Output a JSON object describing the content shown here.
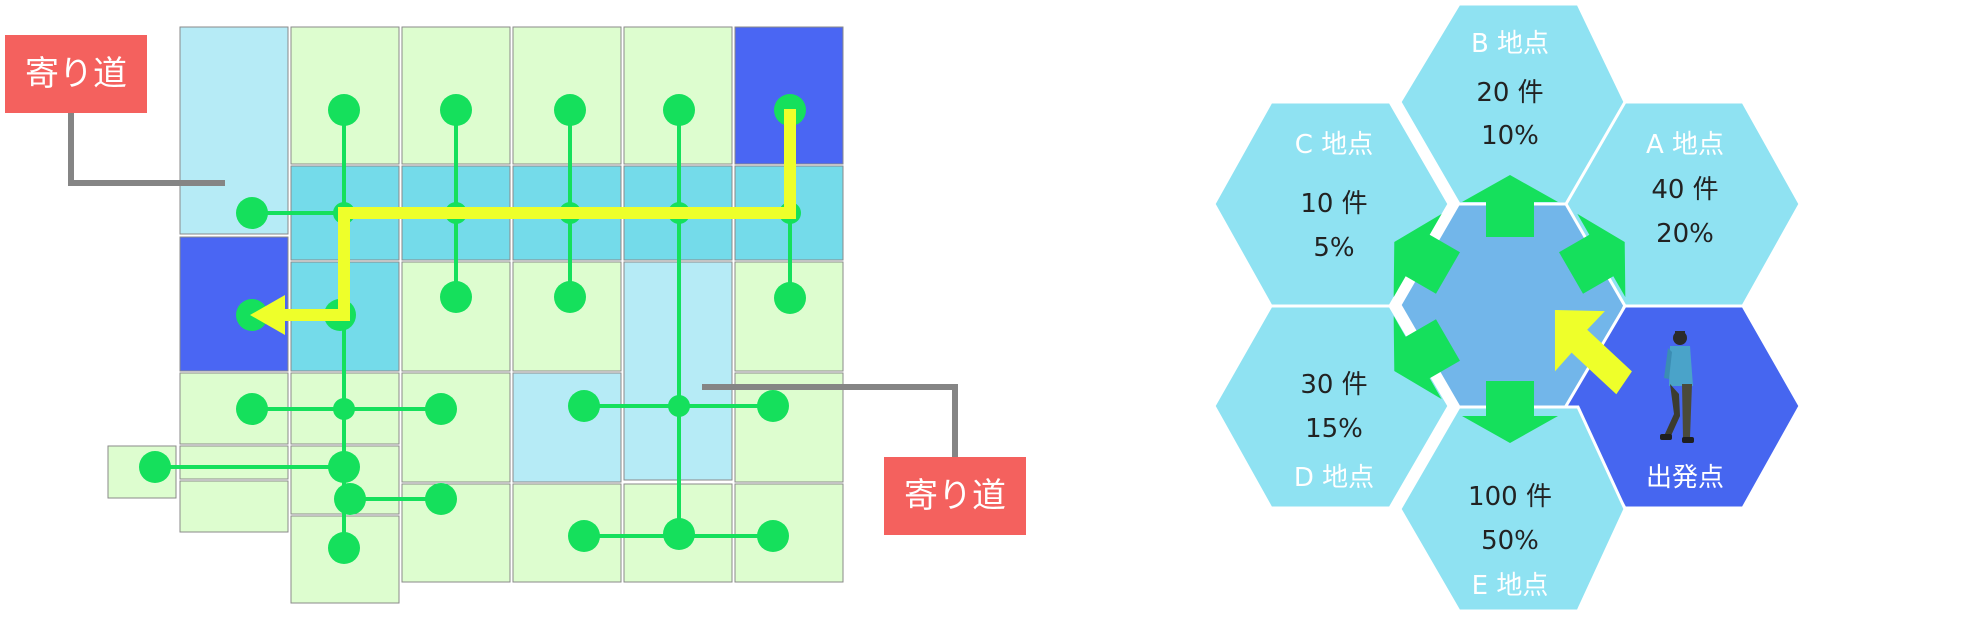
{
  "colors": {
    "cell_light": "#ddfdcf",
    "cell_blue": "#b6ebf6",
    "cell_cyan": "#74dbea",
    "cell_dark": "#4a66f3",
    "node": "#15e05c",
    "route": "#eeff2a",
    "callout_bg": "#f4615e",
    "callout_line": "#858585",
    "hex_light": "#8fe2f2",
    "hex_center": "#72b6ea",
    "hex_start": "#4666f0",
    "arrow": "#15e05c"
  },
  "callouts": {
    "top_left": "寄り道",
    "bottom_right": "寄り道"
  },
  "hexes": {
    "b": {
      "title": "B 地点",
      "count": "20 件",
      "pct": "10%"
    },
    "a": {
      "title": "A 地点",
      "count": "40 件",
      "pct": "20%"
    },
    "c": {
      "title": "C 地点",
      "count": "10 件",
      "pct": "5%"
    },
    "d": {
      "title": "D 地点",
      "count": "30 件",
      "pct": "15%"
    },
    "e": {
      "title": "E 地点",
      "count": "100 件",
      "pct": "50%"
    },
    "start": {
      "title": "出発点"
    }
  },
  "icons": {
    "person": "walking-person-icon"
  }
}
